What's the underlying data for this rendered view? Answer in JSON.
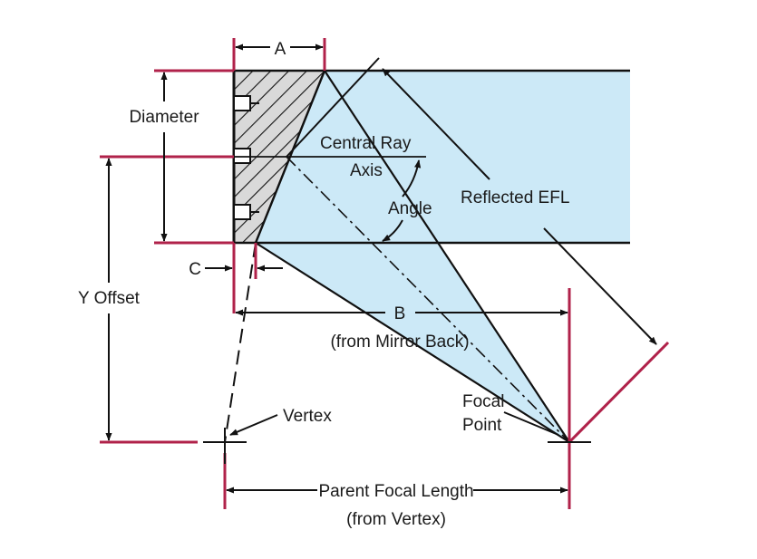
{
  "labels": {
    "a": "A",
    "diameter": "Diameter",
    "central_ray_line1": "Central Ray",
    "central_ray_line2": "Axis",
    "angle": "Angle",
    "reflected_efl": "Reflected EFL",
    "c": "C",
    "y_offset": "Y Offset",
    "b": "B",
    "b_sub": "(from Mirror Back)",
    "vertex": "Vertex",
    "focal_point_line1": "Focal",
    "focal_point_line2": "Point",
    "parent_focal_length": "Parent Focal Length",
    "parent_focal_length_sub": "(from Vertex)"
  },
  "colors": {
    "beam_fill": "#cce9f7",
    "reference_line": "#b0224a",
    "ink": "#111111",
    "hatch_fill": "#d9d9d9"
  }
}
